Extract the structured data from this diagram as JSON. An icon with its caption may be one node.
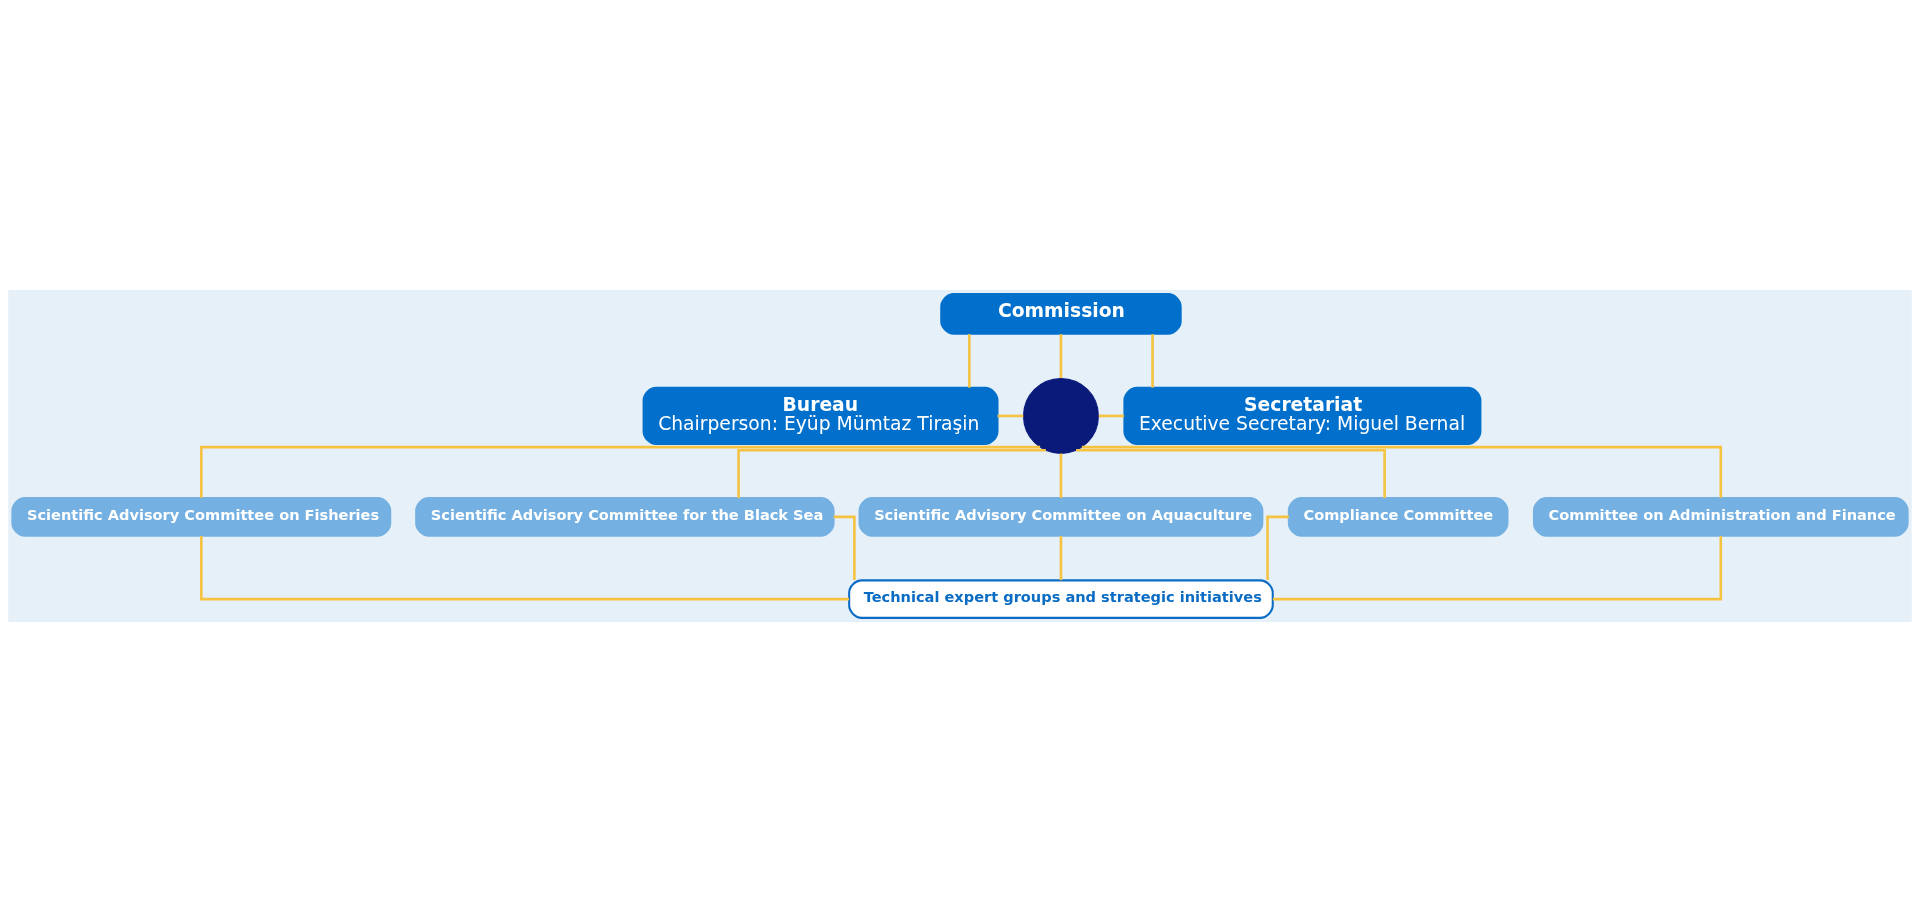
{
  "diagram": {
    "nodes": [
      {
        "text": [
          "Commission"
        ]
      },
      {
        "text": [
          "Bureau",
          "Chairperson: Eyüp Mümtaz Tiraşin"
        ]
      },
      {
        "text": [],
        "shape": "circle"
      },
      {
        "text": [
          "Secretariat",
          "Executive Secretary: Miguel Bernal"
        ]
      },
      {
        "text": [
          "Scientific Advisory Committee on Fisheries"
        ]
      },
      {
        "text": [
          "Scientific Advisory Committee for the Black Sea"
        ]
      },
      {
        "text": [
          "Scientific Advisory Committee on Aquaculture"
        ]
      },
      {
        "text": [
          "Compliance Committee"
        ]
      },
      {
        "text": [
          "Committee on Administration and Finance"
        ]
      },
      {
        "text": [
          "Technical expert groups and strategic initiatives"
        ]
      }
    ],
    "edges": [
      {
        "from": 0,
        "to": 1,
        "arrow": "none"
      },
      {
        "from": 0,
        "to": 2,
        "arrow": "none"
      },
      {
        "from": 0,
        "to": 3,
        "arrow": "none"
      },
      {
        "from": 1,
        "to": 2,
        "arrow": "none"
      },
      {
        "from": 2,
        "to": 3,
        "arrow": "none"
      },
      {
        "from": 2,
        "to": 4,
        "arrow": "none"
      },
      {
        "from": 2,
        "to": 5,
        "arrow": "none"
      },
      {
        "from": 2,
        "to": 6,
        "arrow": "none"
      },
      {
        "from": 2,
        "to": 7,
        "arrow": "none"
      },
      {
        "from": 2,
        "to": 8,
        "arrow": "none"
      },
      {
        "from": 4,
        "to": 9,
        "arrow": "none"
      },
      {
        "from": 5,
        "to": 9,
        "arrow": "none"
      },
      {
        "from": 6,
        "to": 9,
        "arrow": "none"
      },
      {
        "from": 7,
        "to": 9,
        "arrow": "none"
      },
      {
        "from": 8,
        "to": 9,
        "arrow": "none"
      }
    ]
  }
}
